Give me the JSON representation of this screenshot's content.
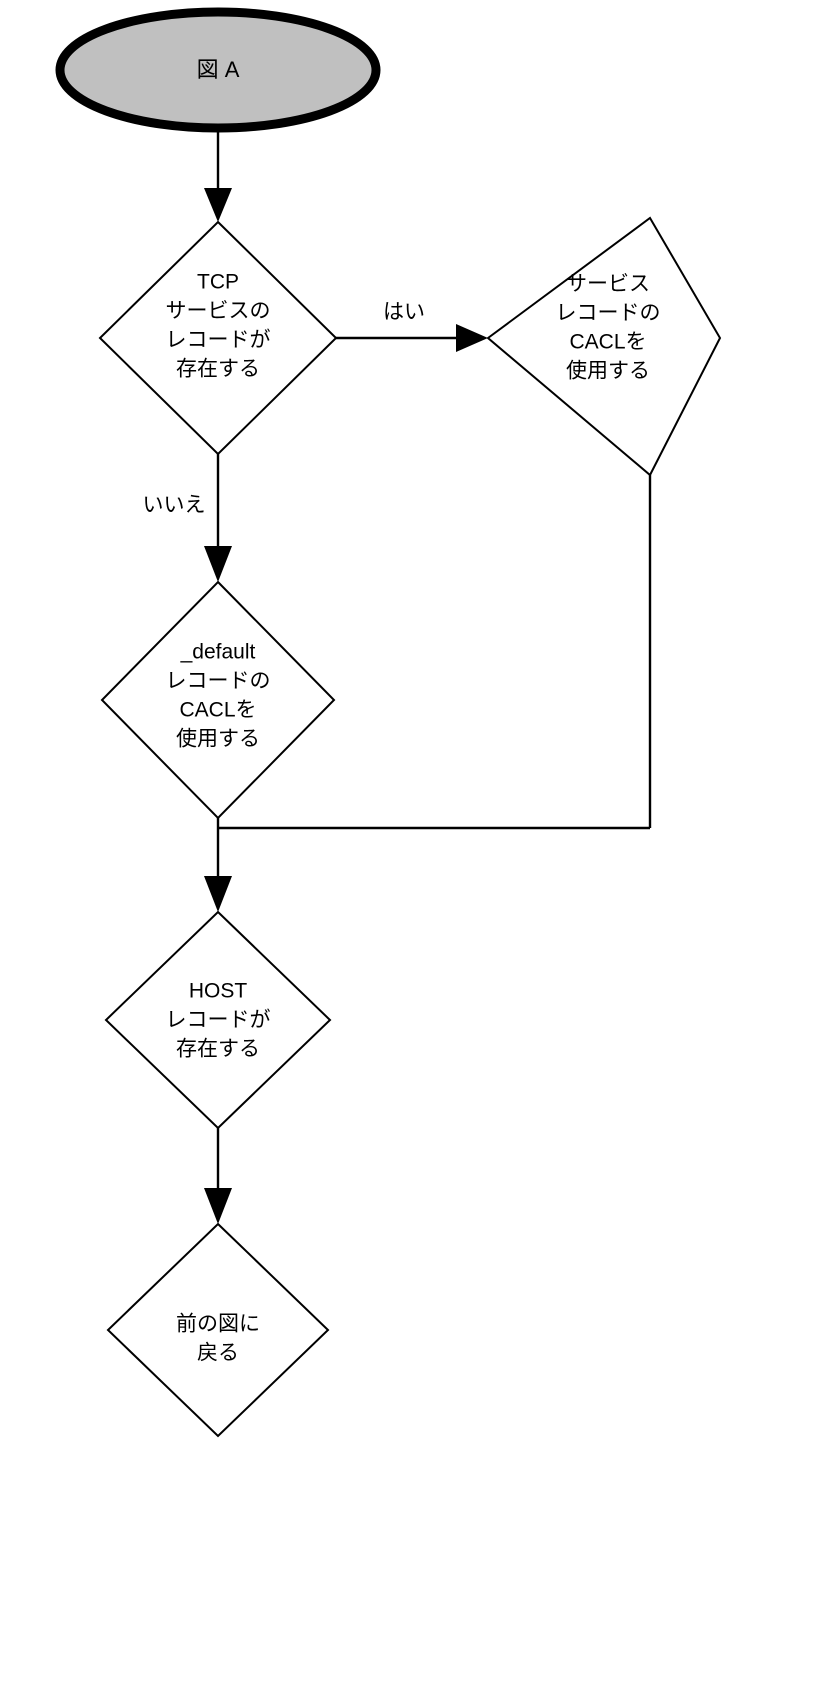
{
  "diagram": {
    "type": "flowchart",
    "title": "図 A",
    "background_color": "#ffffff",
    "line_color": "#000000",
    "start_fill_color": "#c0c0c0"
  },
  "nodes": {
    "start": {
      "shape": "ellipse",
      "label": "図 A",
      "lines": [
        "図 A"
      ]
    },
    "tcp_service_record": {
      "shape": "diamond",
      "lines": [
        "TCP",
        "サービスの",
        "レコードが",
        "存在する"
      ]
    },
    "service_record_cacl": {
      "shape": "diamond",
      "lines": [
        "サービス",
        "レコードの",
        "CACLを",
        "使用する"
      ]
    },
    "default_record_cacl": {
      "shape": "diamond",
      "lines": [
        "_default",
        "レコードの",
        "CACLを",
        "使用する"
      ]
    },
    "host_record": {
      "shape": "diamond",
      "lines": [
        "HOST",
        "レコードが",
        "存在する"
      ]
    },
    "return_previous": {
      "shape": "diamond",
      "lines": [
        "前の図に",
        "戻る"
      ]
    }
  },
  "edges": {
    "start_to_tcp": {
      "label": ""
    },
    "tcp_yes_to_service": {
      "label": "はい"
    },
    "tcp_no_to_default": {
      "label": "いいえ"
    },
    "default_to_host": {
      "label": ""
    },
    "service_to_merge": {
      "label": ""
    },
    "host_to_return": {
      "label": ""
    }
  }
}
